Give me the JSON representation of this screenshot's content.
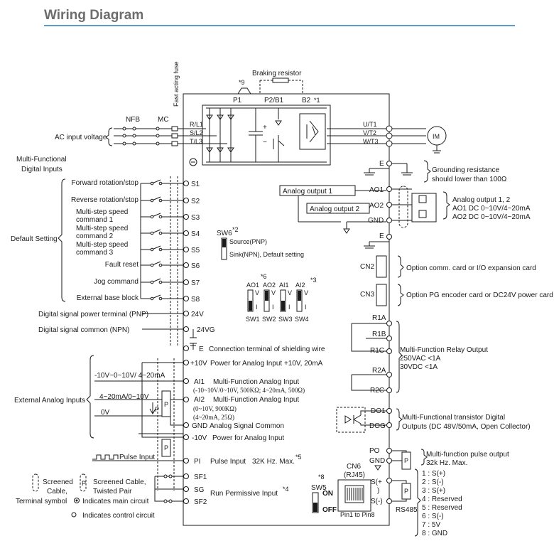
{
  "header": {
    "title": "Wiring Diagram"
  },
  "power": {
    "fuse_label": "Fast acting fuse",
    "braking_resistor": "Braking resistor",
    "note9": "*9",
    "p1": "P1",
    "p2b1": "P2/B1",
    "b2": "B2",
    "note1": "*1",
    "nfb": "NFB",
    "mc": "MC",
    "ac_input": "AC input voltage",
    "inputs": [
      "R/L1",
      "S/L2",
      "T/L3"
    ],
    "outputs": [
      "U/T1",
      "V/T2",
      "W/T3"
    ],
    "motor": "IM",
    "plus": "+",
    "minus": "−",
    "ground_sym": "⊖"
  },
  "digital_inputs": {
    "heading1": "Multi-Functional",
    "heading2": "Digital Inputs",
    "default_setting": "Default Setting",
    "items": [
      {
        "label": [
          "Forward rotation/stop"
        ],
        "terminal": "S1"
      },
      {
        "label": [
          "Reverse rotation/stop"
        ],
        "terminal": "S2"
      },
      {
        "label": [
          "Multi-step speed",
          "command 1"
        ],
        "terminal": "S3"
      },
      {
        "label": [
          "Multi-step speed",
          "command 2"
        ],
        "terminal": "S4"
      },
      {
        "label": [
          "Multi-step speed",
          "command 3"
        ],
        "terminal": "S5"
      },
      {
        "label": [
          "Fault reset"
        ],
        "terminal": "S6"
      },
      {
        "label": [
          "Jog command"
        ],
        "terminal": "S7"
      },
      {
        "label": [
          "External base block"
        ],
        "terminal": "S8"
      }
    ],
    "pnp_label": "Digital signal power terminal (PNP)",
    "pnp_terminal": "24V",
    "npn_label": "Digital signal common (NPN)",
    "npn_terminal": "24VG"
  },
  "sw6": {
    "label": "SW6",
    "note": "*2",
    "source": "Source(PNP)",
    "sink": "Sink(NPN), Default setting"
  },
  "switches": {
    "note6": "*6",
    "note3": "*3",
    "top": [
      "AO1",
      "AO2",
      "AI1",
      "AI2"
    ],
    "bottom": [
      "SW1",
      "SW2",
      "SW3",
      "SW4"
    ],
    "v": "V",
    "i": "I"
  },
  "analog_in": {
    "shield_terminal": "E",
    "shield_label": "Connection terminal of shielding wire",
    "p10v_terminal": "+10V",
    "p10v_label": "Power for Analog Input +10V, 20mA",
    "range1": "-10V~0~10V/ 4~20mA",
    "ai1_terminal": "AI1",
    "ai1_label": "Multi-Function Analog Input",
    "ai1_sub": "(-10~10V/0~10V, 500KΩ; 4~20mA, 500Ω)",
    "range2": "4~20mA/0~10V",
    "ai2_terminal": "AI2",
    "ai2_label": "Multi-Function Analog Input",
    "ai2_sub1": "(0~10V, 900KΩ)",
    "ai2_sub2": "(4~20mA, 25Ω)",
    "zero_v": "0V",
    "gnd_terminal": "GND",
    "gnd_label": "Analog Signal Common",
    "m10v_terminal": "-10V",
    "m10v_label": "Power for Analog Input",
    "external": "External Analog Inputs",
    "p_mark": "P"
  },
  "pulse": {
    "pulse_input": "Pulse Input",
    "pi_terminal": "PI",
    "pi_label": "Pulse Input",
    "pi_freq": "32K Hz. Max.",
    "note5": "*5",
    "sf1": "SF1",
    "sg": "SG",
    "sf2": "SF2",
    "run_permissive": "Run Permissive Input",
    "note4": "*4"
  },
  "legend": {
    "screened": "Screened",
    "cable": "Cable,",
    "screened_tp": "Screened Cable,",
    "twisted": "Twisted Pair",
    "terminal_symbol": "Terminal symbol",
    "main_circuit": "Indicates main circuit",
    "control_circuit": "Indicates control circuit",
    "p": "P"
  },
  "right": {
    "e_terminal": "E",
    "grounding1": "Grounding resistance",
    "grounding2": "should lower than 100Ω",
    "analog_output1": "Analog output 1",
    "ao1": "AO1",
    "analog_output2": "Analog output 2",
    "ao2": "AO2",
    "gnd": "GND",
    "ao_title": "Analog output 1, 2",
    "ao1_range": "AO1 DC 0~10V/4~20mA",
    "ao2_range": "AO2 DC 0~10V/4~20mA",
    "e2": "E",
    "cn2": "CN2",
    "cn2_label": "Option comm. card or I/O expansion card",
    "cn3": "CN3",
    "cn3_label": "Option PG encoder card or DC24V power card",
    "r1a": "R1A",
    "r1b": "R1B",
    "r1c": "R1C",
    "r2a": "R2A",
    "r2c": "R2C",
    "relay1": "Multi-Function Relay Output",
    "relay2": "250VAC <1A",
    "relay3": "30VDC <1A",
    "do1": "DO1",
    "dog": "DOG",
    "tr1": "Multi-Functional transistor Digital",
    "tr2": "Outputs (DC 48V/50mA, Open Collector)",
    "po": "PO",
    "gnd2": "GND",
    "pulse1": "Multi-function pulse output",
    "pulse2": "32k Hz. Max.",
    "p": "P",
    "cn6": "CN6",
    "rj45": "(RJ45)",
    "note8": "*8",
    "sw5": "SW5",
    "on": "ON",
    "off": "OFF",
    "pin": "Pin1 to Pin8",
    "splus": "S(+",
    "paren": ")",
    "sminus": "S(-)",
    "rs485": "RS485",
    "pins": [
      "1 : S(+)",
      "2 : S(-)",
      "3 : S(+)",
      "4 : Reserved",
      "5 : Reserved",
      "6 : S(-)",
      "7 : 5V",
      "8 : GND"
    ]
  }
}
